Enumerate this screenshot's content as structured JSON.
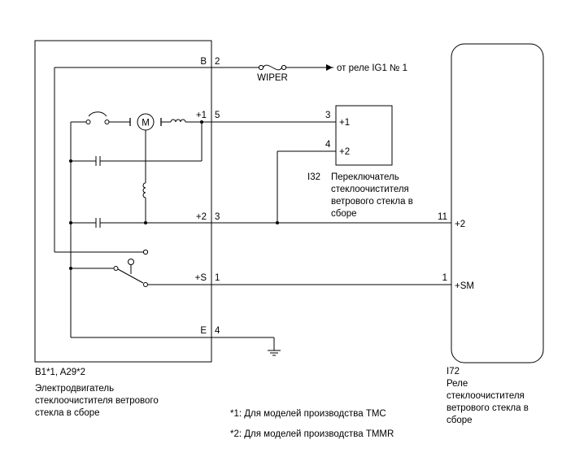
{
  "wiper_motor": {
    "code": "B1*1, A29*2",
    "name_lines": [
      "Электродвигатель",
      "стеклоочистителя ветрового",
      "стекла в сборе"
    ],
    "terminals": [
      {
        "label": "B",
        "pin": "2"
      },
      {
        "label": "+1",
        "pin": "5"
      },
      {
        "label": "+2",
        "pin": "3"
      },
      {
        "label": "+S",
        "pin": "1"
      },
      {
        "label": "E",
        "pin": "4"
      }
    ],
    "motor_symbol": "M"
  },
  "fuse": {
    "label": "WIPER"
  },
  "power_source": {
    "label": "от реле IG1 № 1"
  },
  "wiper_switch": {
    "code": "I32",
    "name_lines": [
      "Переключатель",
      "стеклоочистителя",
      "ветрового стекла в",
      "сборе"
    ],
    "pins": [
      {
        "pin": "3",
        "label": "+1"
      },
      {
        "pin": "4",
        "label": "+2"
      }
    ]
  },
  "wiper_relay": {
    "code": "I72",
    "name_lines": [
      "Реле",
      "стеклоочистителя",
      "ветрового стекла в",
      "сборе"
    ],
    "pins": [
      {
        "pin": "11",
        "label": "+2"
      },
      {
        "pin": "1",
        "label": "+SM"
      }
    ]
  },
  "footnotes": [
    "*1: Для моделей производства TMC",
    "*2: Для моделей производства TMMR"
  ]
}
